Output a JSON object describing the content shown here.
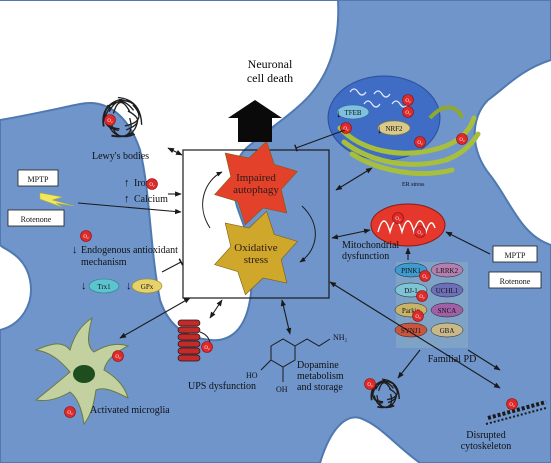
{
  "colors": {
    "cell": "#6f95cb",
    "cell_outline": "#4f79b0",
    "nucleus": "#3f6cc4",
    "red_star": "#e4412a",
    "yellow_star": "#cfa72a",
    "mito": "#e5372b",
    "ros": "#e02a2a",
    "er": "#a8bf3c",
    "familial_box": "#84a8c6",
    "microglia": "#c3d0a0"
  },
  "center": {
    "impaired": [
      "Impaired",
      "autophagy"
    ],
    "oxidative": [
      "Oxidative",
      "stress"
    ]
  },
  "labels": {
    "death": [
      "Neuronal",
      "cell death"
    ],
    "lewy": "Lewy's bodies",
    "iron": "Iron",
    "calcium": "Calcium",
    "antioxidant": [
      "Endogenous antioxidant",
      "mechanism"
    ],
    "mito": [
      "Mitochondrial",
      "dysfunction"
    ],
    "familial": "Familial PD",
    "ups": "UPS dysfunction",
    "dopamine": [
      "Dopamine",
      "metabolism",
      "and storage"
    ],
    "cytoskeleton": [
      "Disrupted",
      "cytoskeleton"
    ],
    "microglia": "Activated microglia",
    "er_stress": "ER stress",
    "nh2": "NH₂",
    "oh1": "HO",
    "oh2": "OH",
    "ros": "O₂"
  },
  "boxes": {
    "mptp_left": "MPTP",
    "rotenone_left": "Rotenone",
    "mptp_right": "MPTP",
    "rotenone_right": "Rotenone"
  },
  "enzymes": {
    "trx": "Trx1",
    "gpx": "GPx"
  },
  "nucleus_labels": {
    "tfeb": "TFEB",
    "nrf2": "NRF2"
  },
  "genes": [
    {
      "name": "PINK1",
      "color": "#3f9ad0"
    },
    {
      "name": "LRRK2",
      "color": "#b47fb0"
    },
    {
      "name": "DJ-1",
      "color": "#7fc4d6"
    },
    {
      "name": "UCHL1",
      "color": "#6d6fb8"
    },
    {
      "name": "Parkin",
      "color": "#c9b26a"
    },
    {
      "name": "SNCA",
      "color": "#a060a6"
    },
    {
      "name": "SYNJ1",
      "color": "#c9553f"
    },
    {
      "name": "GBA",
      "color": "#c9b98a"
    }
  ]
}
